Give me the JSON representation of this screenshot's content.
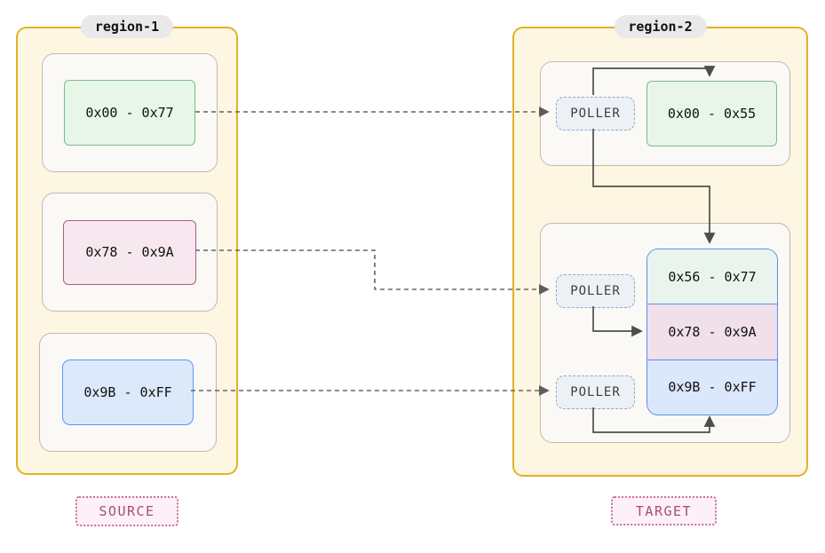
{
  "source": {
    "label": "region-1",
    "blocks": [
      {
        "label": "0x00 - 0x77",
        "color_name": "green"
      },
      {
        "label": "0x78 - 0x9A",
        "color_name": "pink"
      },
      {
        "label": "0x9B - 0xFF",
        "color_name": "blue"
      }
    ],
    "tag": "SOURCE"
  },
  "target": {
    "label": "region-2",
    "pollers": [
      {
        "label": "POLLER"
      },
      {
        "label": "POLLER"
      },
      {
        "label": "POLLER"
      }
    ],
    "top_block": {
      "label": "0x00 - 0x55",
      "color_name": "green"
    },
    "stack": [
      {
        "label": "0x56 - 0x77",
        "color_name": "green"
      },
      {
        "label": "0x78 - 0x9A",
        "color_name": "pink"
      },
      {
        "label": "0x9B - 0xFF",
        "color_name": "blue"
      }
    ],
    "tag": "TARGET"
  },
  "colors": {
    "region_fill": "#fcf6e2",
    "region_border": "#e3b128",
    "container_fill": "#faf9f6",
    "container_border": "#c8b7af",
    "green_fill": "#e8f5e9",
    "green_border": "#7cbb84",
    "pink_fill": "#f6e8ee",
    "pink_border": "#a85f80",
    "blue_fill": "#dce9fb",
    "blue_border": "#5c97f0",
    "stack_border": "#5e8fee",
    "poller_fill": "#edf1f6",
    "poller_border": "#8fa9c8",
    "tag_fill": "#fdf0f6",
    "tag_border": "#c96f9e",
    "tag_text": "#a34f78",
    "solid_arrow": "#4d4d4d",
    "dashed_arrow": "#666666"
  }
}
